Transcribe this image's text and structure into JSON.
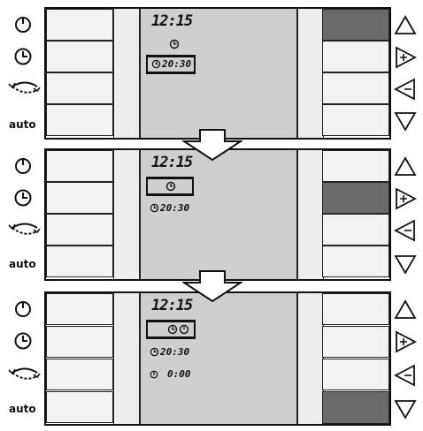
{
  "panels": [
    {
      "time": "12:15",
      "lines": [
        {
          "icon": "clock-icon",
          "text": ""
        },
        {
          "icon": "clock-icon",
          "text": "20:30"
        }
      ],
      "selected_line": 1,
      "active_right_key": 0
    },
    {
      "time": "12:15",
      "lines": [
        {
          "icon": "clock-icon",
          "text": ""
        },
        {
          "icon": "clock-icon",
          "text": "20:30"
        }
      ],
      "selected_line": 0,
      "active_right_key": 1
    },
    {
      "time": "12:15",
      "lines": [
        {
          "icon": "clock-timer-icons",
          "text": ""
        },
        {
          "icon": "clock-icon",
          "text": "20:30"
        },
        {
          "icon": "power-icon",
          "text": "0:00"
        }
      ],
      "selected_line": 0,
      "active_right_key": 3
    }
  ],
  "left_buttons": [
    "power-icon",
    "clock-icon",
    "cycle-icon",
    "auto"
  ],
  "auto_label": "auto",
  "right_buttons": [
    "up-triangle-icon",
    "right-plus-triangle-icon",
    "left-triangle-icon",
    "down-triangle-icon"
  ],
  "colors": {
    "lcd": "#cfcfcf",
    "active_key": "#6a6a6a",
    "key": "#f2f2f2"
  }
}
